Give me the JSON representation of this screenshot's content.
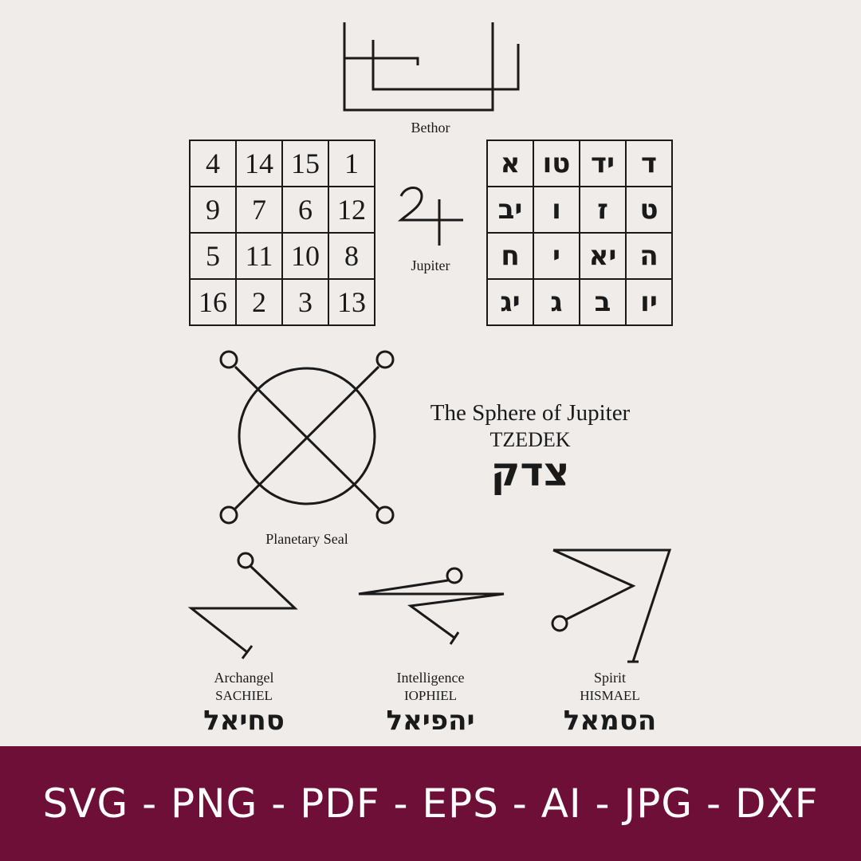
{
  "bethor": {
    "label": "Bethor"
  },
  "jupiter": {
    "label": "Jupiter",
    "symbol": "♃"
  },
  "number_square": {
    "rows": [
      [
        "4",
        "14",
        "15",
        "1"
      ],
      [
        "9",
        "7",
        "6",
        "12"
      ],
      [
        "5",
        "11",
        "10",
        "8"
      ],
      [
        "16",
        "2",
        "3",
        "13"
      ]
    ]
  },
  "hebrew_square": {
    "rows": [
      [
        "א",
        "טו",
        "יד",
        "ד"
      ],
      [
        "יב",
        "ו",
        "ז",
        "ט"
      ],
      [
        "ח",
        "י",
        "יא",
        "ה"
      ],
      [
        "יג",
        "ג",
        "ב",
        "יו"
      ]
    ]
  },
  "planetary_seal": {
    "label": "Planetary Seal"
  },
  "sphere": {
    "title": "The Sphere of Jupiter",
    "name": "TZEDEK",
    "hebrew": "צדק"
  },
  "sigils": [
    {
      "role": "Archangel",
      "name": "SACHIEL",
      "hebrew": "סחיאל"
    },
    {
      "role": "Intelligence",
      "name": "IOPHIEL",
      "hebrew": "יהפיאל"
    },
    {
      "role": "Spirit",
      "name": "HISMAEL",
      "hebrew": "הסמאל"
    }
  ],
  "banner": {
    "text": "SVG - PNG - PDF - EPS - AI - JPG - DXF"
  },
  "colors": {
    "background": "#efecea",
    "ink": "#1a1a1a",
    "banner": "#6e0f37",
    "banner_text": "#ffffff"
  }
}
